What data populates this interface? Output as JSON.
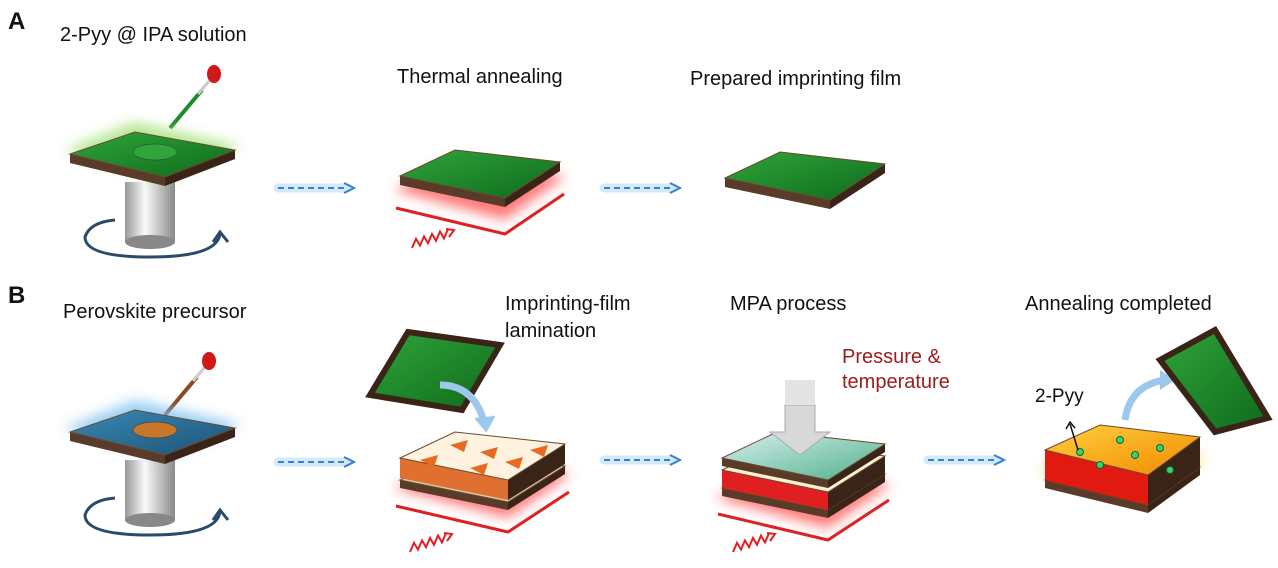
{
  "panel_a": {
    "label": "A",
    "step1": "2-Pyy @ IPA solution",
    "step2": "Thermal annealing",
    "step3": "Prepared imprinting film"
  },
  "panel_b": {
    "label": "B",
    "step1": "Perovskite precursor",
    "step2_line1": "Imprinting-film",
    "step2_line2": "lamination",
    "step3": "MPA process",
    "step3_note_line1": "Pressure &",
    "step3_note_line2": "temperature",
    "step4": "Annealing completed",
    "step4_marker": "2-Pyy"
  },
  "colors": {
    "film_green": "#1f8a2a",
    "edge_brown": "#5a3a28",
    "heat_red": "#e02020",
    "perovskite_blue": "#2a6f9a",
    "arrow_blue": "#5aa0e0",
    "note_red": "#9b1c1c",
    "annealed_orange": "#f5a300"
  }
}
